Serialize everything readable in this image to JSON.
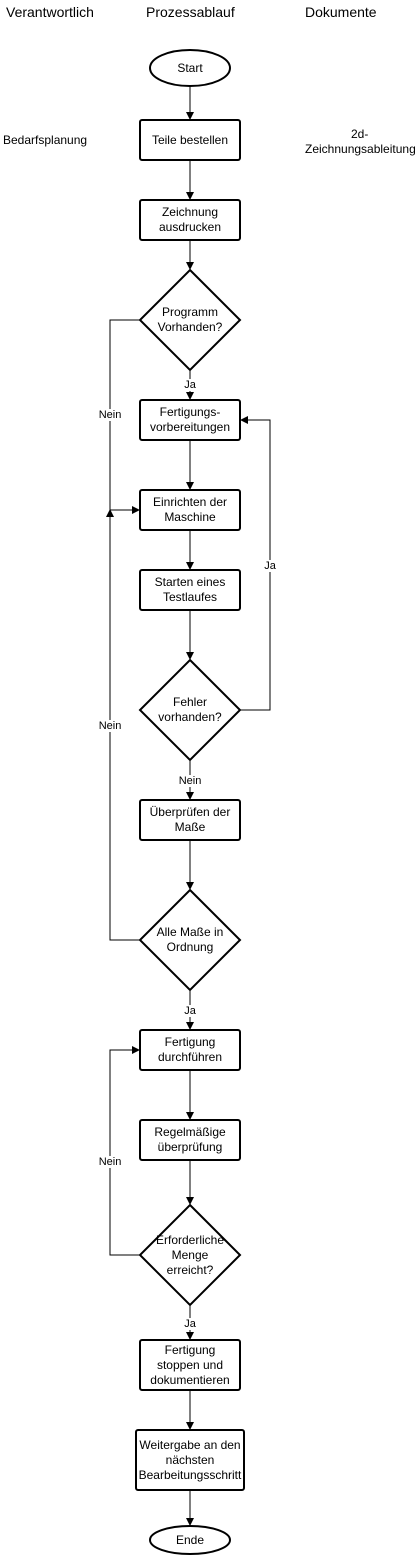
{
  "headers": {
    "responsible": "Verantwortlich",
    "process": "Prozessablauf",
    "documents": "Dokumente"
  },
  "side_notes": {
    "responsible_step": "Bedarfsplanung",
    "document_line1": "2d-",
    "document_line2": "Zeichnungsableitung"
  },
  "nodes": {
    "start": "Start",
    "order_parts": "Teile bestellen",
    "print_drawing": "Zeichnung ausdrucken",
    "program_exists": "Programm Vorhanden?",
    "preparation": "Fertigungs- vorbereitungen",
    "setup_machine": "Einrichten der Maschine",
    "test_run": "Starten eines Testlaufes",
    "errors_exist": "Fehler vorhanden?",
    "check_dimensions": "Überprüfen der Maße",
    "dimensions_ok": "Alle Maße in Ordnung",
    "production": "Fertigung durchführen",
    "regular_check": "Regelmäßige überprüfung",
    "quantity_reached": "Erforderliche Menge erreicht?",
    "stop_production": "Fertigung stoppen und dokumentieren",
    "handover": "Weitergabe an den nächsten Bearbeitungsschritt",
    "end": "Ende"
  },
  "edge_labels": {
    "program_yes": "Ja",
    "program_no": "Nein",
    "errors_yes": "Ja",
    "errors_no": "Nein",
    "dims_no": "Nein",
    "dims_yes": "Ja",
    "quantity_no": "Nein",
    "quantity_yes": "Ja"
  }
}
